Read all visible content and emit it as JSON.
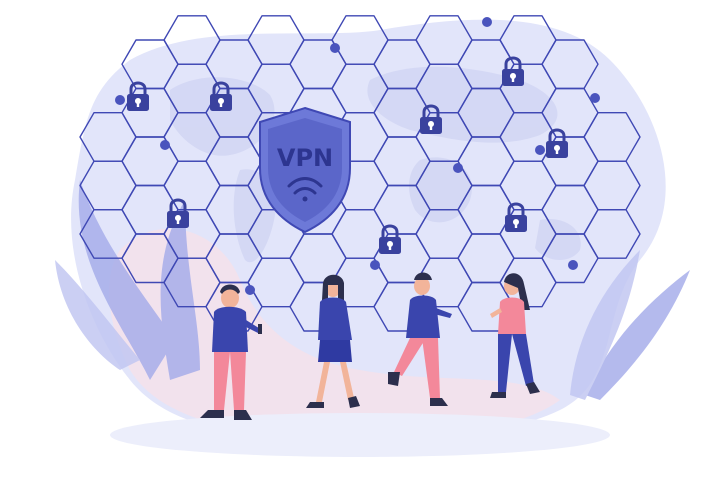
{
  "illustration": {
    "shield_text": "VPN",
    "locks": [
      {
        "name": "lock-1"
      },
      {
        "name": "lock-2"
      },
      {
        "name": "lock-3"
      },
      {
        "name": "lock-4"
      },
      {
        "name": "lock-5"
      },
      {
        "name": "lock-6"
      },
      {
        "name": "lock-7"
      },
      {
        "name": "lock-8"
      }
    ],
    "colors": {
      "outline": "#3f48b4",
      "lock": "#3a429e",
      "shield_fill": "#6d79d8",
      "shield_inner": "#5b66c9",
      "blob": "#dcdff8",
      "blob_pink": "#f4dde6",
      "foliage": "#a7aeea",
      "shirt": "#3a45ad",
      "pants_pink": "#f3889a",
      "skin": "#f2b49a"
    }
  }
}
